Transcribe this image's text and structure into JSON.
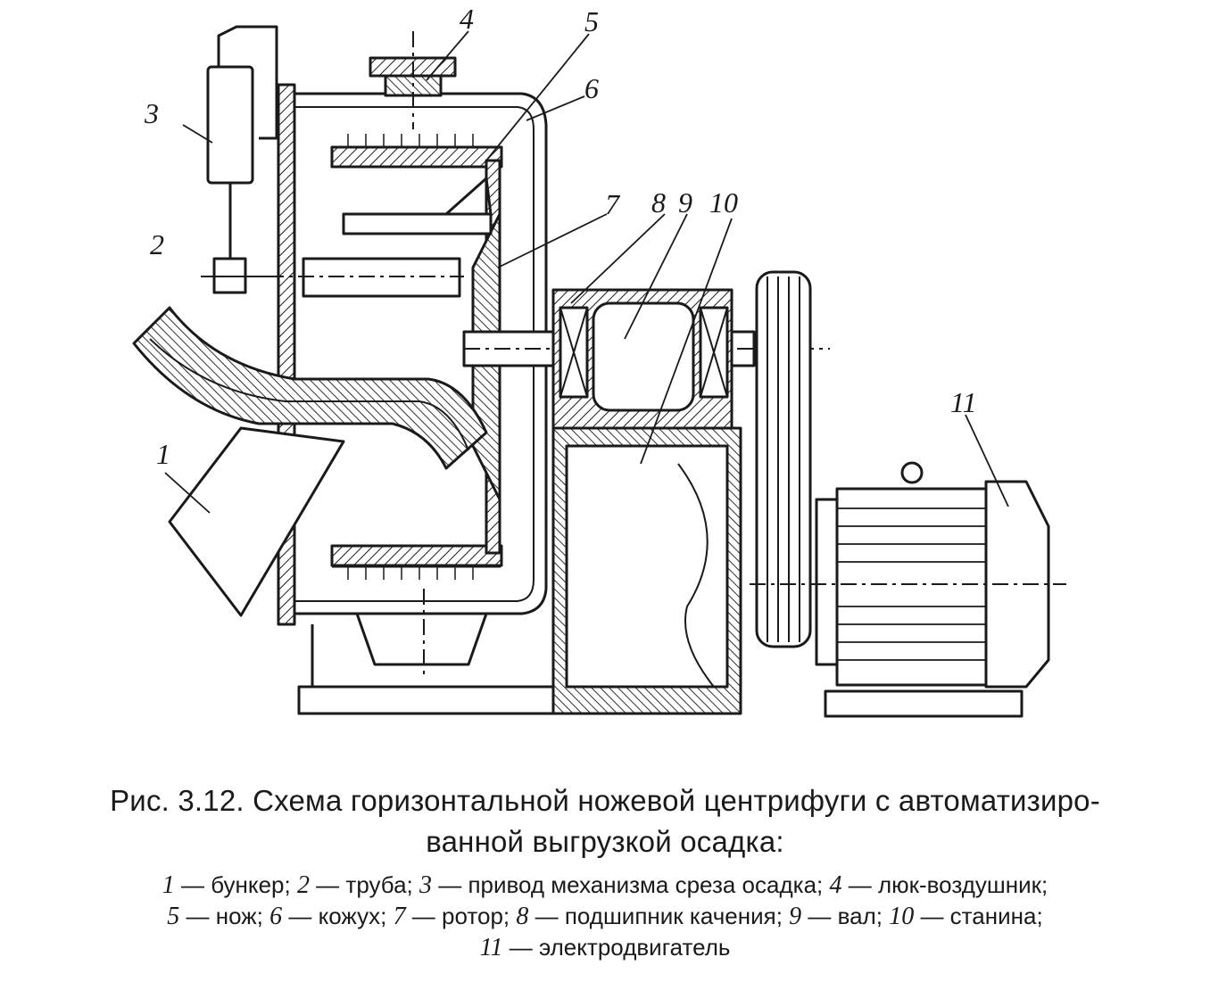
{
  "figure": {
    "callouts": [
      {
        "id": "1",
        "text": "1"
      },
      {
        "id": "2",
        "text": "2"
      },
      {
        "id": "3",
        "text": "3"
      },
      {
        "id": "4",
        "text": "4"
      },
      {
        "id": "5",
        "text": "5"
      },
      {
        "id": "6",
        "text": "6"
      },
      {
        "id": "7",
        "text": "7"
      },
      {
        "id": "8",
        "text": "8"
      },
      {
        "id": "9",
        "text": "9"
      },
      {
        "id": "10",
        "text": "10"
      },
      {
        "id": "11",
        "text": "11"
      }
    ]
  },
  "caption": {
    "title_line1": "Рис. 3.12. Схема горизонтальной ножевой центрифуги с автоматизиро-",
    "title_line2": "ванной выгрузкой осадка:",
    "legend": [
      {
        "num": "1",
        "text": "бункер"
      },
      {
        "num": "2",
        "text": "труба"
      },
      {
        "num": "3",
        "text": "привод механизма среза осадка"
      },
      {
        "num": "4",
        "text": "люк-воздушник"
      },
      {
        "num": "5",
        "text": "нож"
      },
      {
        "num": "6",
        "text": "кожух"
      },
      {
        "num": "7",
        "text": "ротор"
      },
      {
        "num": "8",
        "text": "подшипник качения"
      },
      {
        "num": "9",
        "text": "вал"
      },
      {
        "num": "10",
        "text": "станина"
      },
      {
        "num": "11",
        "text": "электродвигатель"
      }
    ]
  }
}
